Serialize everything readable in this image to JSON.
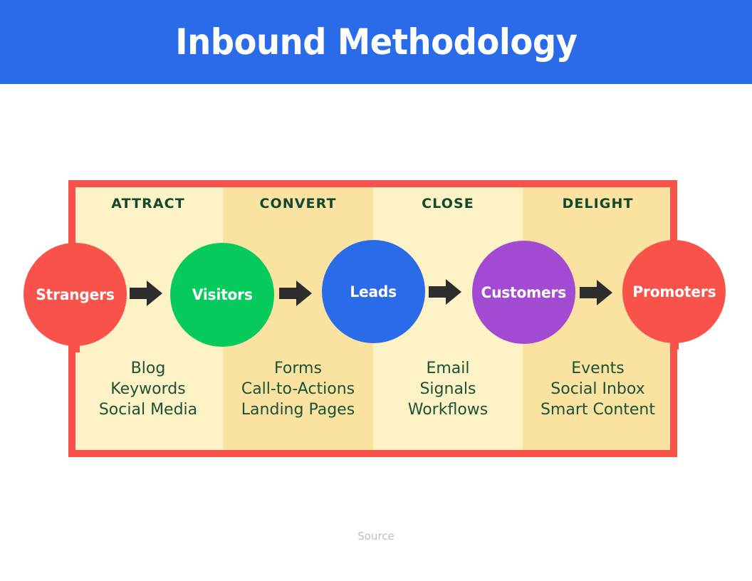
{
  "header": {
    "title": "Inbound Methodology",
    "background_color": "#2a6bea",
    "text_color": "#ffffff"
  },
  "frame": {
    "border_color": "#f9524a"
  },
  "colors": {
    "column_light": "#fcf2c6",
    "column_dark": "#fae3a1",
    "stage_label": "#13472e",
    "item_text": "#1d5137",
    "arrow": "#2d2d2d",
    "source_text": "#bdbdbd"
  },
  "chart_data": {
    "type": "diagram",
    "title": "Inbound Methodology",
    "stages": [
      {
        "label": "ATTRACT",
        "column_color": "#fcf2c6",
        "items": [
          "Blog",
          "Keywords",
          "Social Media"
        ]
      },
      {
        "label": "CONVERT",
        "column_color": "#fae3a1",
        "items": [
          "Forms",
          "Call-to-Actions",
          "Landing Pages"
        ]
      },
      {
        "label": "CLOSE",
        "column_color": "#fcf2c6",
        "items": [
          "Email",
          "Signals",
          "Workflows"
        ]
      },
      {
        "label": "DELIGHT",
        "column_color": "#fae3a1",
        "items": [
          "Events",
          "Social Inbox",
          "Smart Content"
        ]
      }
    ],
    "nodes": [
      {
        "label": "Strangers",
        "color": "#f9524a"
      },
      {
        "label": "Visitors",
        "color": "#07ca5d"
      },
      {
        "label": "Leads",
        "color": "#2a6bea"
      },
      {
        "label": "Customers",
        "color": "#a34ad2"
      },
      {
        "label": "Promoters",
        "color": "#f9524a"
      }
    ],
    "connectors": [
      "arrow-right",
      "arrow-right",
      "arrow-right",
      "arrow-right"
    ]
  },
  "stage_labels": {
    "attract": "ATTRACT",
    "convert": "CONVERT",
    "close": "CLOSE",
    "delight": "DELIGHT"
  },
  "stage_items": {
    "attract": {
      "i0": "Blog",
      "i1": "Keywords",
      "i2": "Social Media"
    },
    "convert": {
      "i0": "Forms",
      "i1": "Call-to-Actions",
      "i2": "Landing Pages"
    },
    "close": {
      "i0": "Email",
      "i1": "Signals",
      "i2": "Workflows"
    },
    "delight": {
      "i0": "Events",
      "i1": "Social Inbox",
      "i2": "Smart Content"
    }
  },
  "nodes": {
    "strangers": "Strangers",
    "visitors": "Visitors",
    "leads": "Leads",
    "customers": "Customers",
    "promoters": "Promoters"
  },
  "footer": {
    "source": "Source"
  }
}
